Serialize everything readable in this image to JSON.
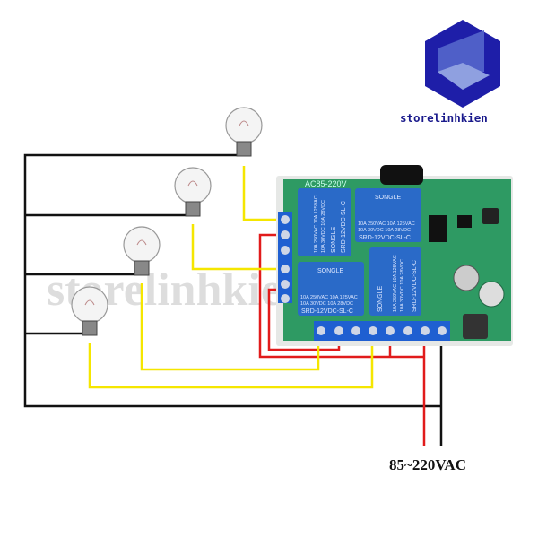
{
  "brand": {
    "name": "storelinhkien",
    "logo_icon": "blue-hexagon-cube-icon",
    "color": "#1e1ea8"
  },
  "watermark": "storelinhkien.com",
  "board": {
    "voltage_silk": "AC85-220V",
    "relays": [
      {
        "brand": "SONGLE",
        "model": "SRD-12VDC-SL-C",
        "rating1": "10A 250VAC 10A 125VAC",
        "rating2": "10A 30VDC 10A 28VDC"
      },
      {
        "brand": "SONGLE",
        "model": "SRD-12VDC-SL-C",
        "rating1": "10A 250VAC 10A 125VAC",
        "rating2": "10A 30VDC 10A 28VDC"
      },
      {
        "brand": "SONGLE",
        "model": "SRD-12VDC-SL-C",
        "rating1": "10A 250VAC 10A 125VAC",
        "rating2": "10A 30VDC 10A 28VDC"
      },
      {
        "brand": "SONGLE",
        "model": "SRD-12VDC-SL-C",
        "rating1": "10A 250VAC 10A 125VAC",
        "rating2": "10A 30VDC 10A 28VDC"
      }
    ]
  },
  "power_label": "85~220VAC",
  "colors": {
    "neutral_wire": "#111111",
    "live_wire": "#e11b1b",
    "load_wire": "#f5e600",
    "pcb": "#2e9a63",
    "relay": "#2a6ac8",
    "terminal": "#1f5fd1"
  }
}
